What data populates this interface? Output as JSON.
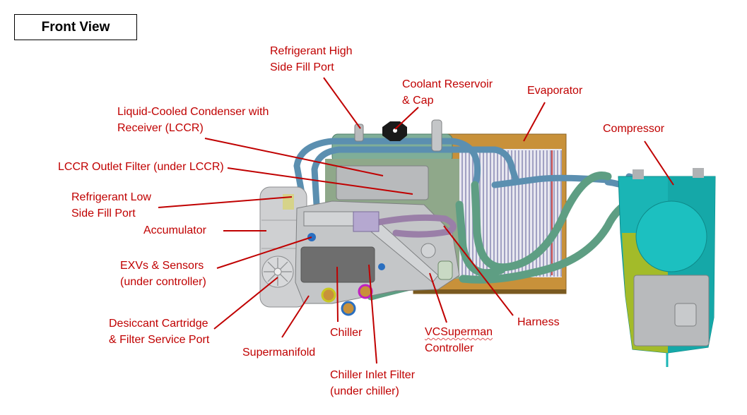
{
  "title": "Front View",
  "colors": {
    "label_text": "#c00000",
    "leader_line": "#c00000",
    "evaporator_frame": "#c8913a",
    "refrigerant_tube": "#5b8fb0",
    "coolant_hose": "#5e9e83",
    "compressor_body": "#1ab5b5",
    "compressor_bracket": "#bcbc10",
    "housing_gray": "#b8babc",
    "harness_purple": "#9a7fa8"
  },
  "labels": [
    {
      "id": "refrigerant-high-side-fill-port",
      "lines": [
        "Refrigerant High",
        "Side Fill Port"
      ]
    },
    {
      "id": "coolant-reservoir-cap",
      "lines": [
        "Coolant Reservoir",
        "& Cap"
      ]
    },
    {
      "id": "evaporator",
      "lines": [
        "Evaporator"
      ]
    },
    {
      "id": "liquid-cooled-condenser",
      "lines": [
        "Liquid-Cooled Condenser with",
        "Receiver (LCCR)"
      ]
    },
    {
      "id": "compressor",
      "lines": [
        "Compressor"
      ]
    },
    {
      "id": "lccr-outlet-filter",
      "lines": [
        "LCCR Outlet Filter (under LCCR)"
      ]
    },
    {
      "id": "refrigerant-low-side-fill-port",
      "lines": [
        "Refrigerant Low",
        "Side Fill Port"
      ]
    },
    {
      "id": "accumulator",
      "lines": [
        "Accumulator"
      ]
    },
    {
      "id": "exvs-sensors",
      "lines": [
        "EXVs & Sensors",
        "(under controller)"
      ]
    },
    {
      "id": "desiccant-cartridge",
      "lines": [
        "Desiccant Cartridge",
        "& Filter Service Port"
      ]
    },
    {
      "id": "supermanifold",
      "lines": [
        "Supermanifold"
      ]
    },
    {
      "id": "chiller",
      "lines": [
        "Chiller"
      ]
    },
    {
      "id": "chiller-inlet-filter",
      "lines": [
        "Chiller Inlet Filter",
        "(under chiller)"
      ]
    },
    {
      "id": "vcsuperman-controller",
      "lines": [
        "VCSuperman",
        "Controller"
      ]
    },
    {
      "id": "harness",
      "lines": [
        "Harness"
      ]
    }
  ]
}
